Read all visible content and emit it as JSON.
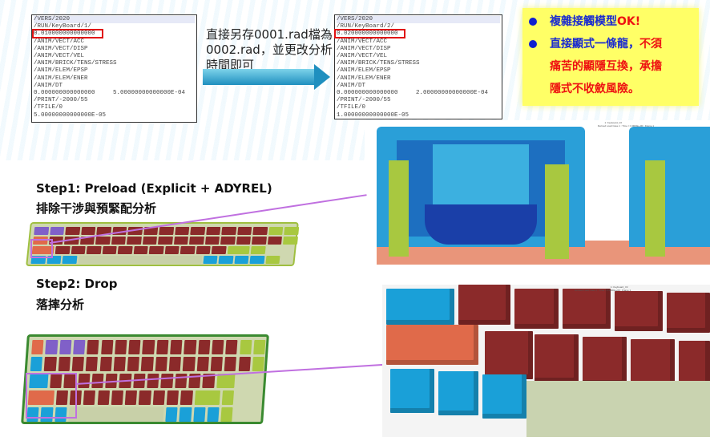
{
  "code_before": {
    "lines": [
      "/VERS/2020",
      "/RUN/KeyBoard/1/",
      "0.010000000000000",
      "/ANIM/VECT/ACC",
      "/ANIM/VECT/DISP",
      "/ANIM/VECT/VEL",
      "/ANIM/BRICK/TENS/STRESS",
      "/ANIM/ELEM/EPSP",
      "/ANIM/ELEM/ENER",
      "/ANIM/DT",
      "0.000000000000000     5.00000000000000E-04",
      "/PRINT/-2000/55",
      "/TFILE/0",
      "5.00000000000000E-05"
    ]
  },
  "code_after": {
    "lines": [
      "/VERS/2020",
      "/RUN/KeyBoard/2/",
      "0.020000000000000",
      "/ANIM/VECT/ACC",
      "/ANIM/VECT/DISP",
      "/ANIM/VECT/VEL",
      "/ANIM/BRICK/TENS/STRESS",
      "/ANIM/ELEM/EPSP",
      "/ANIM/ELEM/ENER",
      "/ANIM/DT",
      "0.000000000000000     2.00000000000000E-04",
      "/PRINT/-2000/55",
      "/TFILE/0",
      "1.00000000000000E-05"
    ]
  },
  "callout": {
    "line1": "直接另存0001.rad檔為",
    "line2": "0002.rad，並更改分析",
    "line3": "時間即可"
  },
  "highlights": {
    "b1_blue": "複雜接觸模型",
    "b1_red": "OK!",
    "b2_blue": "直接顯式一條龍，",
    "b2_red": "不須",
    "b2_line2": "痛苦的顯隱互換，承擔",
    "b2_line3": "隱式不收斂風險。"
  },
  "step1": {
    "title": "Step1: Preload (Explicit + ADYREL)",
    "subtitle": "排除干涉與預緊配分析"
  },
  "step2": {
    "title": "Step2: Drop",
    "subtitle": "落摔分析"
  },
  "viewport_labels": {
    "model": "1: Keyboard_V2",
    "frame_top": "Derived Load Case 1 : Time = 0.0000e+00 : Frame 1",
    "frame_bottom": "Derived Load Case 1 : Time = 0.0000e+00 : Frame 1"
  },
  "colors": {
    "highlight_red": "#e01010",
    "arrow_blue": "#1f8fbf",
    "annot_purple": "#c070e0",
    "key_red": "#8b2a2a",
    "key_blue": "#1aa0d8",
    "key_orange": "#e06a4a",
    "key_green": "#a8c840"
  }
}
